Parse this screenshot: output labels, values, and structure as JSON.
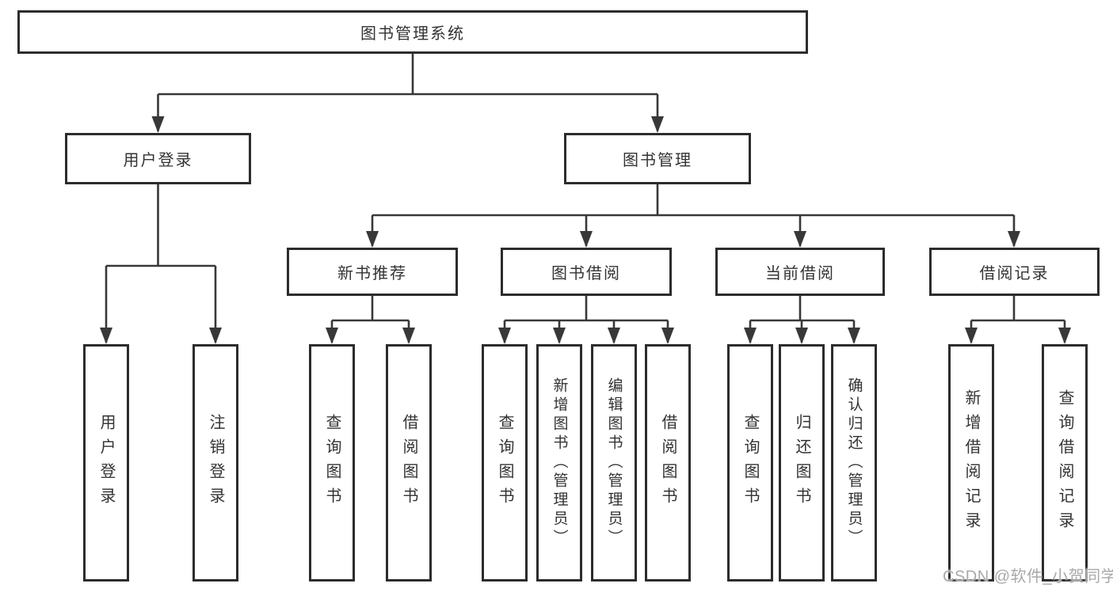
{
  "diagram": {
    "root": {
      "label": "图书管理系统"
    },
    "level2": [
      {
        "id": "user-login",
        "label": "用户登录"
      },
      {
        "id": "book-management",
        "label": "图书管理"
      }
    ],
    "level3": [
      {
        "id": "new-book-recommendation",
        "label": "新书推荐"
      },
      {
        "id": "book-borrowing",
        "label": "图书借阅"
      },
      {
        "id": "current-borrowing",
        "label": "当前借阅"
      },
      {
        "id": "borrowing-records",
        "label": "借阅记录"
      }
    ],
    "leaf_groups": [
      {
        "parent": "user-login",
        "items": [
          {
            "label": "用户登录"
          },
          {
            "label": "注销登录"
          }
        ]
      },
      {
        "parent": "new-book-recommendation",
        "items": [
          {
            "label": "查询图书"
          },
          {
            "label": "借阅图书"
          }
        ]
      },
      {
        "parent": "book-borrowing",
        "items": [
          {
            "label": "查询图书"
          },
          {
            "label": "新增图书（管理员）"
          },
          {
            "label": "编辑图书（管理员）"
          },
          {
            "label": "借阅图书"
          }
        ]
      },
      {
        "parent": "current-borrowing",
        "items": [
          {
            "label": "查询图书"
          },
          {
            "label": "归还图书"
          },
          {
            "label": "确认归还（管理员）"
          }
        ]
      },
      {
        "parent": "borrowing-records",
        "items": [
          {
            "label": "新增借阅记录"
          },
          {
            "label": "查询借阅记录"
          }
        ]
      }
    ]
  },
  "watermark": {
    "text": "CSDN @软件_小贺同学"
  },
  "colors": {
    "background": "#ffffff",
    "box_border": "#2c2c2c",
    "connector_line": "#383838",
    "text": "#333333",
    "watermark": "#a9a9a9"
  }
}
